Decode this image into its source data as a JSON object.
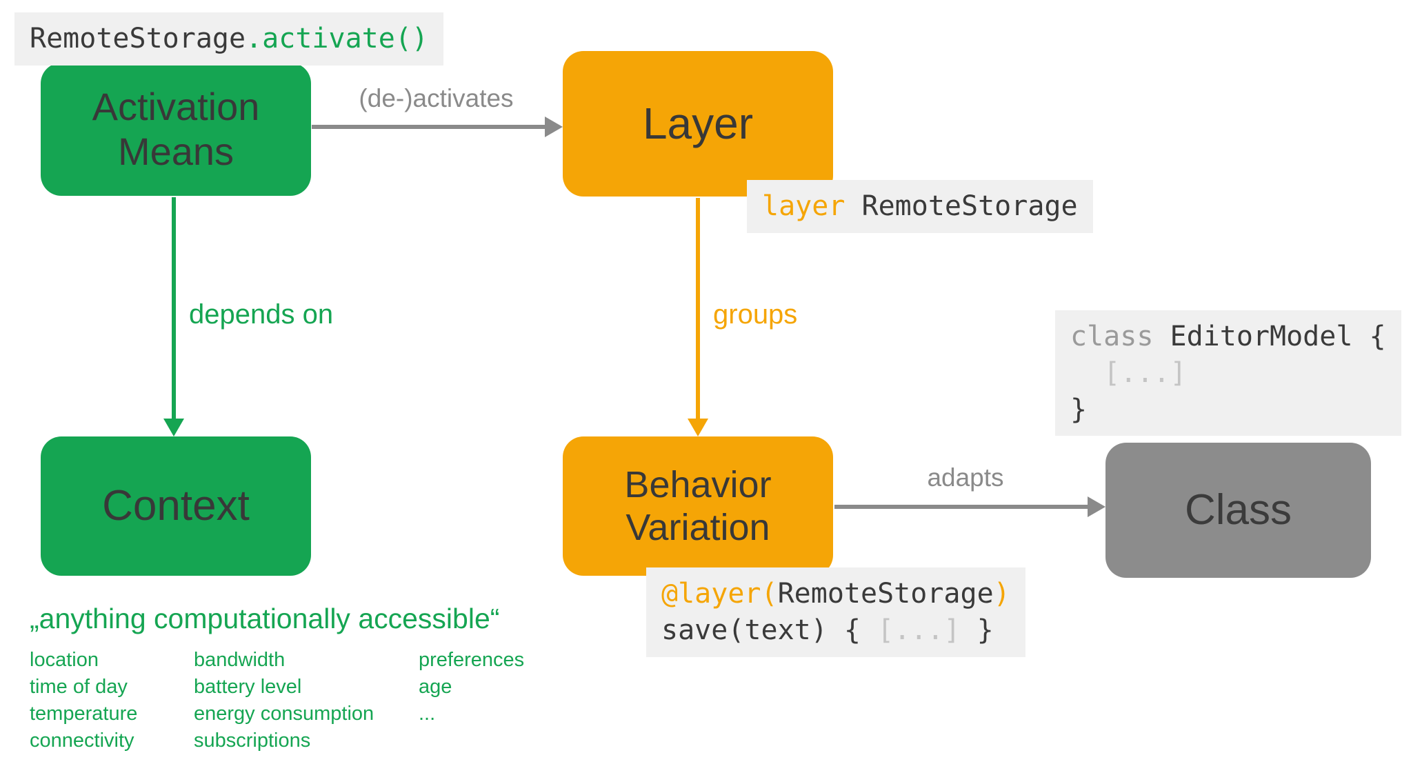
{
  "colors": {
    "green": "#15A552",
    "orange": "#F5A506",
    "gray_box": "#8C8C8C",
    "arrow_gray": "#8A8A8A",
    "code_bg": "#F0F0F0",
    "code_dark": "#3A3A3A",
    "code_muted": "#C4C4C4",
    "keyword_gray": "#9A9A9A",
    "node_text": "#383838"
  },
  "nodes": {
    "activation_means": {
      "label": "Activation\nMeans"
    },
    "layer": {
      "label": "Layer"
    },
    "context": {
      "label": "Context"
    },
    "behavior_variation": {
      "label": "Behavior\nVariation"
    },
    "class": {
      "label": "Class"
    }
  },
  "edges": {
    "deactivates": {
      "label": "(de-)activates"
    },
    "depends_on": {
      "label": "depends on"
    },
    "groups": {
      "label": "groups"
    },
    "adapts": {
      "label": "adapts"
    }
  },
  "code": {
    "activate_call": {
      "lines": [
        [
          {
            "t": "RemoteStorage",
            "c": "code_dark"
          },
          {
            "t": ".activate()",
            "c": "green"
          }
        ]
      ]
    },
    "layer_decl": {
      "lines": [
        [
          {
            "t": "layer",
            "c": "orange"
          },
          {
            "t": " RemoteStorage",
            "c": "code_dark"
          }
        ]
      ]
    },
    "class_decl": {
      "lines": [
        [
          {
            "t": "class ",
            "c": "keyword_gray"
          },
          {
            "t": "EditorModel {",
            "c": "code_dark"
          }
        ],
        [
          {
            "t": "  [...]",
            "c": "code_muted"
          }
        ],
        [
          {
            "t": "}",
            "c": "code_dark"
          }
        ]
      ]
    },
    "layer_method": {
      "lines": [
        [
          {
            "t": "@layer(",
            "c": "orange"
          },
          {
            "t": "RemoteStorage",
            "c": "code_dark"
          },
          {
            "t": ")",
            "c": "orange"
          }
        ],
        [
          {
            "t": "save(text) { ",
            "c": "code_dark"
          },
          {
            "t": "[...]",
            "c": "code_muted"
          },
          {
            "t": " }",
            "c": "code_dark"
          }
        ]
      ]
    }
  },
  "context_notes": {
    "quote": "„anything computationally accessible“",
    "columns": [
      [
        "location",
        "time of day",
        "temperature",
        "connectivity"
      ],
      [
        "bandwidth",
        "battery level",
        "energy consumption",
        "subscriptions"
      ],
      [
        "preferences",
        "age",
        "..."
      ]
    ]
  }
}
